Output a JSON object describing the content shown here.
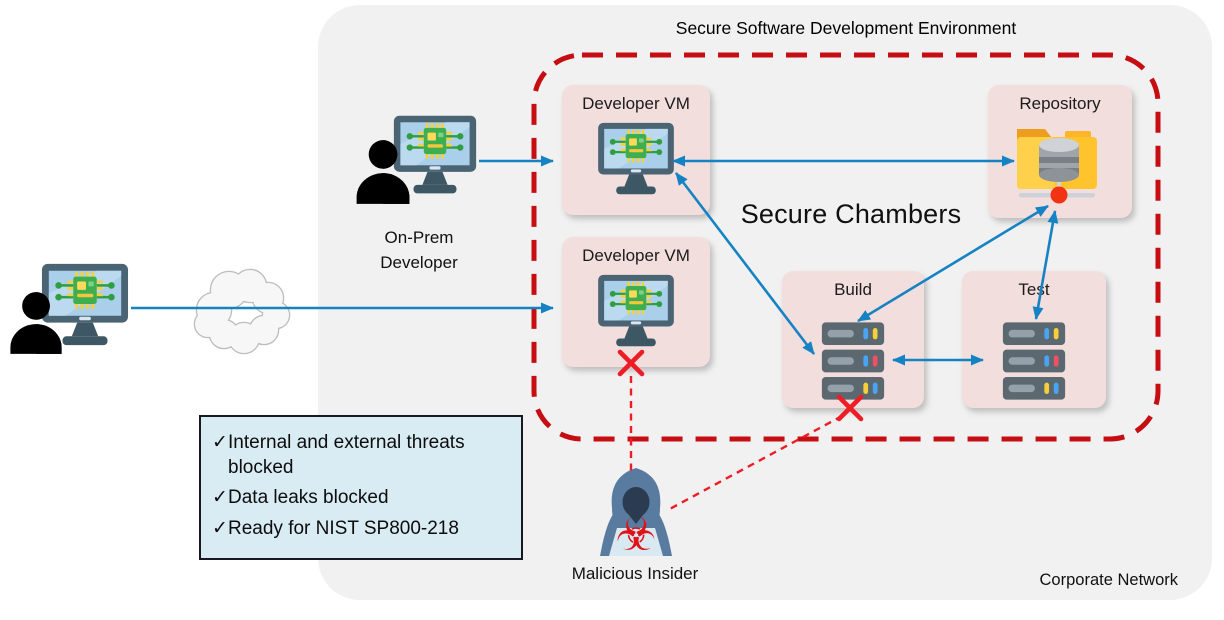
{
  "diagram": {
    "title": "Secure Software Development Environment",
    "corporate_network_label": "Corporate Network",
    "secure_chambers_label": "Secure Chambers"
  },
  "nodes": {
    "developer_vm_1": {
      "label": "Developer VM",
      "icon": "monitor-chip-icon"
    },
    "developer_vm_2": {
      "label": "Developer VM",
      "icon": "monitor-chip-icon"
    },
    "repository": {
      "label": "Repository",
      "icon": "folder-database-icon"
    },
    "build": {
      "label": "Build",
      "icon": "server-stack-icon"
    },
    "test": {
      "label": "Test",
      "icon": "server-stack-icon"
    },
    "on_prem_developer": {
      "label": "On-Prem Developer",
      "icon": "developer-workstation-icon"
    },
    "external_developer": {
      "icon": "developer-workstation-icon"
    },
    "internet": {
      "icon": "cloud-icon"
    },
    "malicious_insider": {
      "label": "Malicious Insider",
      "icon": "hooded-insider-icon"
    }
  },
  "callout": {
    "check_glyph": "✓",
    "items": [
      "Internal and external threats blocked",
      "Data leaks blocked",
      "Ready for NIST SP800-218"
    ]
  },
  "colors": {
    "arrow_blue": "#1583c3",
    "chamber_border_red": "#c50d12",
    "threat_red": "#ee1c24",
    "node_box_pink": "#f3dede",
    "container_gray": "#f1f1f1",
    "callout_bg": "#d9ebf3",
    "biohazard_red": "#e01117"
  }
}
